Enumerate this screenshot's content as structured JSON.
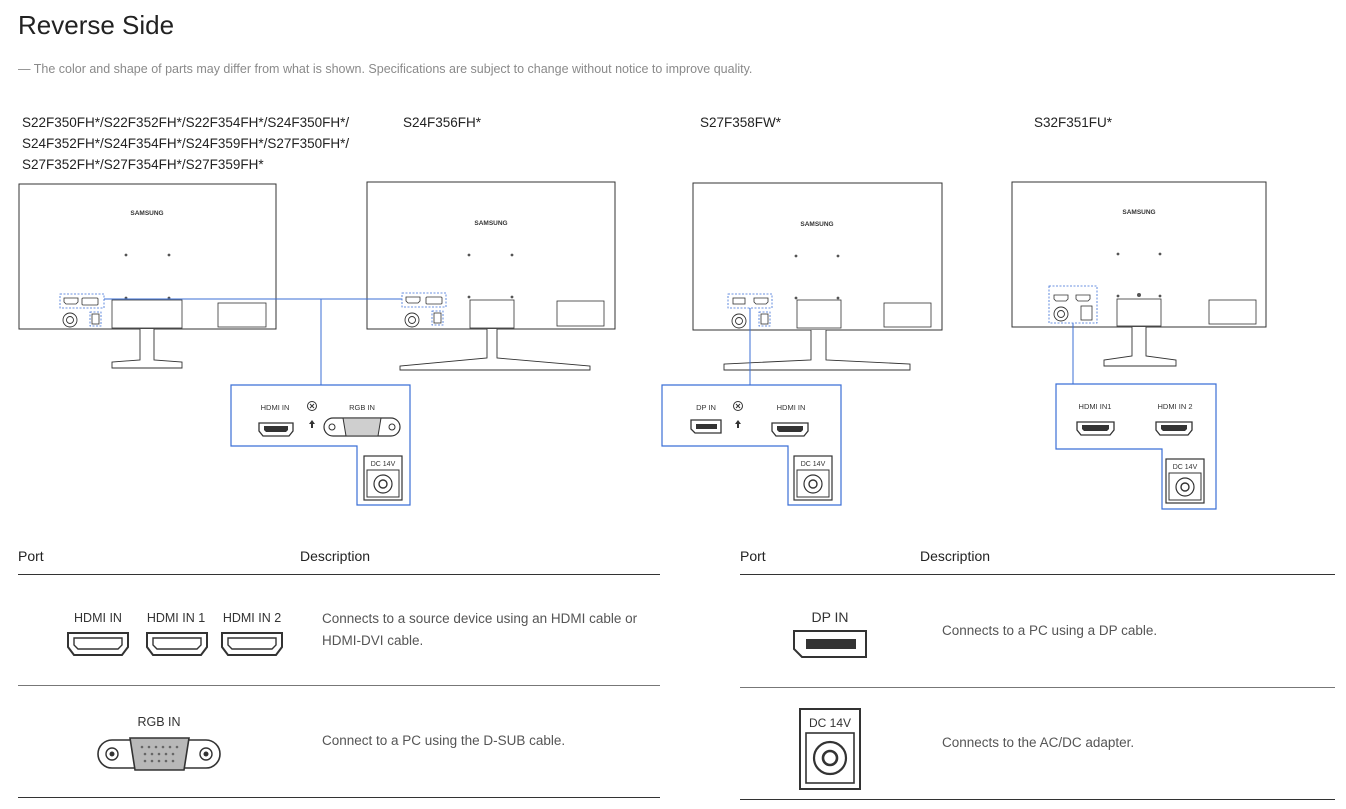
{
  "title": "Reverse Side",
  "note": "The color and shape of parts may differ from what is shown. Specifications are subject to change without notice to improve quality.",
  "models": [
    {
      "lines": [
        "S22F350FH*/S22F352FH*/S22F354FH*/S24F350FH*/",
        "S24F352FH*/S24F354FH*/S24F359FH*/S27F350FH*/",
        "S27F352FH*/S27F354FH*/S27F359FH*"
      ]
    },
    {
      "lines": [
        "S24F356FH*"
      ]
    },
    {
      "lines": [
        "S27F358FW*"
      ]
    },
    {
      "lines": [
        "S32F351FU*"
      ]
    }
  ],
  "brand": "SAMSUNG",
  "callouts": {
    "hdmi_in": "HDMI IN",
    "rgb_in": "RGB IN",
    "dp_in": "DP IN",
    "hdmi_in1": "HDMI IN1",
    "hdmi_in2": "HDMI IN 2",
    "dc": "DC 14V"
  },
  "tables": {
    "left": {
      "headers": {
        "port": "Port",
        "description": "Description"
      },
      "rows": [
        {
          "port_labels": [
            "HDMI IN",
            "HDMI IN 1",
            "HDMI IN 2"
          ],
          "description": "Connects to a source device using an HDMI cable or HDMI-DVI cable."
        },
        {
          "port_labels": [
            "RGB IN"
          ],
          "description": "Connect to a PC using the D-SUB cable."
        }
      ]
    },
    "right": {
      "headers": {
        "port": "Port",
        "description": "Description"
      },
      "rows": [
        {
          "port_labels": [
            "DP IN"
          ],
          "description": "Connects to a PC using a DP cable."
        },
        {
          "port_labels": [
            "DC 14V"
          ],
          "description": "Connects to the AC/DC adapter."
        }
      ]
    }
  }
}
